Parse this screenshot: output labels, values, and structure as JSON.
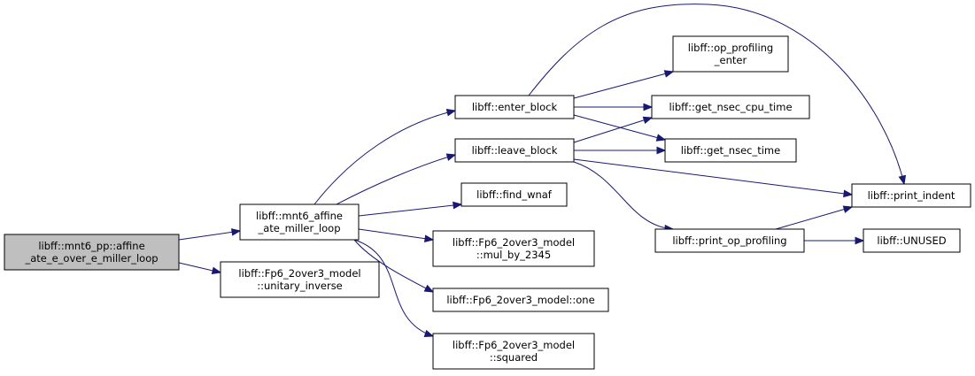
{
  "graph": {
    "colors": {
      "node_fill": "#ffffff",
      "root_fill": "#bfbfbf",
      "node_border": "#000000",
      "edge": "#191970",
      "text": "#000000"
    },
    "nodes": {
      "root": {
        "lines": [
          "libff::mnt6_pp::affine",
          "_ate_e_over_e_miller_loop"
        ],
        "highlighted": true
      },
      "mnt6_loop": {
        "lines": [
          "libff::mnt6_affine",
          "_ate_miller_loop"
        ]
      },
      "unitary_inverse": {
        "lines": [
          "libff::Fp6_2over3_model",
          "::unitary_inverse"
        ]
      },
      "enter_block": {
        "lines": [
          "libff::enter_block"
        ]
      },
      "leave_block": {
        "lines": [
          "libff::leave_block"
        ]
      },
      "find_wnaf": {
        "lines": [
          "libff::find_wnaf"
        ]
      },
      "mul_by_2345": {
        "lines": [
          "libff::Fp6_2over3_model",
          "::mul_by_2345"
        ]
      },
      "one": {
        "lines": [
          "libff::Fp6_2over3_model::one"
        ]
      },
      "squared": {
        "lines": [
          "libff::Fp6_2over3_model",
          "::squared"
        ]
      },
      "op_profiling_enter": {
        "lines": [
          "libff::op_profiling",
          "_enter"
        ]
      },
      "get_nsec_cpu_time": {
        "lines": [
          "libff::get_nsec_cpu_time"
        ]
      },
      "get_nsec_time": {
        "lines": [
          "libff::get_nsec_time"
        ]
      },
      "print_indent": {
        "lines": [
          "libff::print_indent"
        ]
      },
      "print_op_profiling": {
        "lines": [
          "libff::print_op_profiling"
        ]
      },
      "unused": {
        "lines": [
          "libff::UNUSED"
        ]
      }
    },
    "edges": [
      [
        "root",
        "mnt6_loop"
      ],
      [
        "root",
        "unitary_inverse"
      ],
      [
        "mnt6_loop",
        "enter_block"
      ],
      [
        "mnt6_loop",
        "leave_block"
      ],
      [
        "mnt6_loop",
        "find_wnaf"
      ],
      [
        "mnt6_loop",
        "mul_by_2345"
      ],
      [
        "mnt6_loop",
        "one"
      ],
      [
        "mnt6_loop",
        "squared"
      ],
      [
        "enter_block",
        "op_profiling_enter"
      ],
      [
        "enter_block",
        "get_nsec_cpu_time"
      ],
      [
        "enter_block",
        "get_nsec_time"
      ],
      [
        "enter_block",
        "print_indent"
      ],
      [
        "leave_block",
        "get_nsec_cpu_time"
      ],
      [
        "leave_block",
        "get_nsec_time"
      ],
      [
        "leave_block",
        "print_indent"
      ],
      [
        "leave_block",
        "print_op_profiling"
      ],
      [
        "print_op_profiling",
        "print_indent"
      ],
      [
        "print_op_profiling",
        "unused"
      ]
    ]
  }
}
